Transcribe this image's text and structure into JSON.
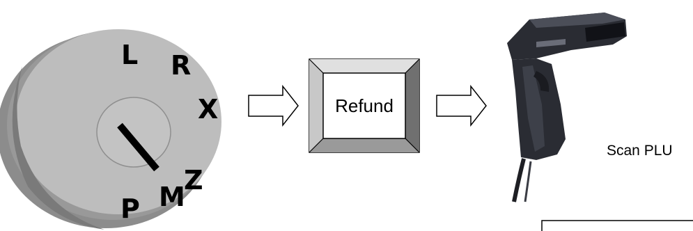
{
  "dial": {
    "positions": [
      "L",
      "R",
      "X",
      "Z",
      "M",
      "P"
    ],
    "pointer_position": "M"
  },
  "refund_key": {
    "label": "Refund"
  },
  "scanner": {
    "caption": "Scan PLU"
  },
  "colors": {
    "dial_face": "#bdbdbd",
    "dial_side": "#8c8c8c",
    "key_face": "#ffffff",
    "key_bevel_light": "#d6d6d6",
    "key_bevel_dark": "#6f6f6f",
    "scanner_body": "#2a2c33"
  },
  "icons": [
    "mode-dial-icon",
    "arrow-right-icon",
    "barcode-scanner-icon"
  ]
}
